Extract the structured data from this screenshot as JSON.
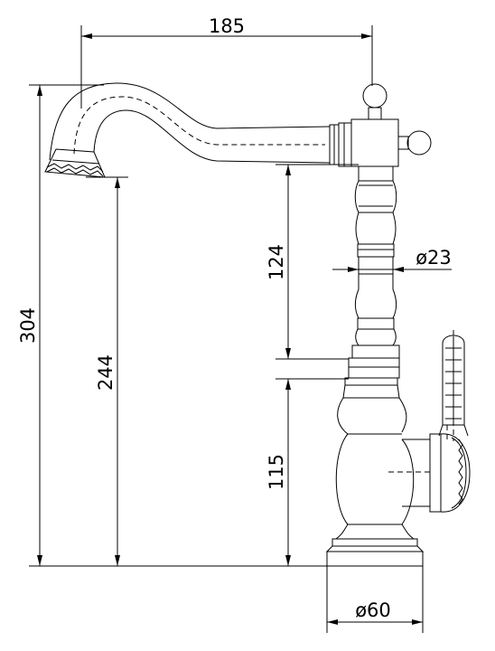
{
  "dimensions": {
    "spout_reach": "185",
    "total_height": "304",
    "spout_height": "244",
    "body_height": "124",
    "base_height": "115",
    "neck_diameter": "ø23",
    "base_diameter": "ø60"
  },
  "colors": {
    "line": "#000000",
    "background": "#ffffff"
  }
}
